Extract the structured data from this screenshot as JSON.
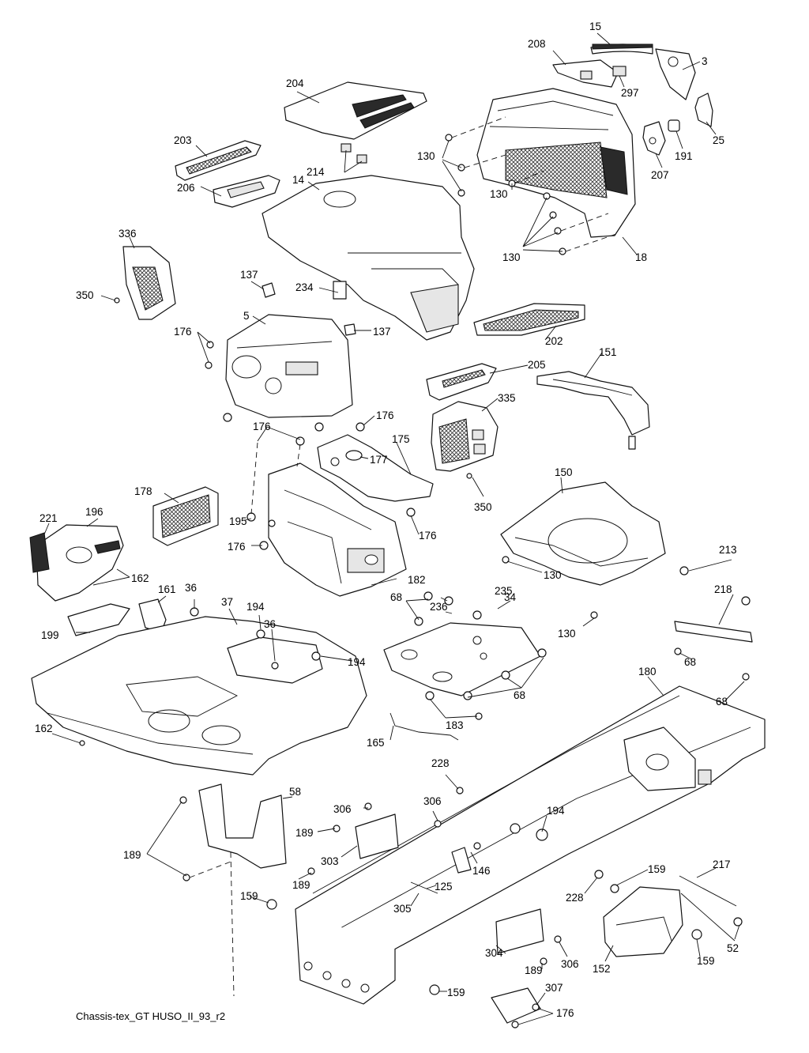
{
  "caption": "Chassis-tex_GT HUSO_II_93_r2",
  "callouts": [
    {
      "id": "c-15",
      "text": "15"
    },
    {
      "id": "c-208",
      "text": "208"
    },
    {
      "id": "c-3",
      "text": "3"
    },
    {
      "id": "c-297",
      "text": "297"
    },
    {
      "id": "c-204",
      "text": "204"
    },
    {
      "id": "c-25",
      "text": "25"
    },
    {
      "id": "c-203",
      "text": "203"
    },
    {
      "id": "c-191",
      "text": "191"
    },
    {
      "id": "c-130a",
      "text": "130"
    },
    {
      "id": "c-214",
      "text": "214"
    },
    {
      "id": "c-207",
      "text": "207"
    },
    {
      "id": "c-14",
      "text": "14"
    },
    {
      "id": "c-130b",
      "text": "130"
    },
    {
      "id": "c-206",
      "text": "206"
    },
    {
      "id": "c-336",
      "text": "336"
    },
    {
      "id": "c-130c",
      "text": "130"
    },
    {
      "id": "c-18",
      "text": "18"
    },
    {
      "id": "c-137a",
      "text": "137"
    },
    {
      "id": "c-350a",
      "text": "350"
    },
    {
      "id": "c-234",
      "text": "234"
    },
    {
      "id": "c-5",
      "text": "5"
    },
    {
      "id": "c-137b",
      "text": "137"
    },
    {
      "id": "c-176a",
      "text": "176"
    },
    {
      "id": "c-202",
      "text": "202"
    },
    {
      "id": "c-151",
      "text": "151"
    },
    {
      "id": "c-205",
      "text": "205"
    },
    {
      "id": "c-335",
      "text": "335"
    },
    {
      "id": "c-176b",
      "text": "176"
    },
    {
      "id": "c-176c",
      "text": "176"
    },
    {
      "id": "c-175",
      "text": "175"
    },
    {
      "id": "c-177",
      "text": "177"
    },
    {
      "id": "c-350b",
      "text": "350"
    },
    {
      "id": "c-178",
      "text": "178"
    },
    {
      "id": "c-150",
      "text": "150"
    },
    {
      "id": "c-221",
      "text": "221"
    },
    {
      "id": "c-196",
      "text": "196"
    },
    {
      "id": "c-195",
      "text": "195"
    },
    {
      "id": "c-176d",
      "text": "176"
    },
    {
      "id": "c-176e",
      "text": "176"
    },
    {
      "id": "c-130d",
      "text": "130"
    },
    {
      "id": "c-213",
      "text": "213"
    },
    {
      "id": "c-162a",
      "text": "162"
    },
    {
      "id": "c-182",
      "text": "182"
    },
    {
      "id": "c-161",
      "text": "161"
    },
    {
      "id": "c-36a",
      "text": "36"
    },
    {
      "id": "c-37",
      "text": "37"
    },
    {
      "id": "c-68a",
      "text": "68"
    },
    {
      "id": "c-235",
      "text": "235"
    },
    {
      "id": "c-34",
      "text": "34"
    },
    {
      "id": "c-218",
      "text": "218"
    },
    {
      "id": "c-194a",
      "text": "194"
    },
    {
      "id": "c-236",
      "text": "236"
    },
    {
      "id": "c-199",
      "text": "199"
    },
    {
      "id": "c-36b",
      "text": "36"
    },
    {
      "id": "c-130e",
      "text": "130"
    },
    {
      "id": "c-194b",
      "text": "194"
    },
    {
      "id": "c-68b",
      "text": "68"
    },
    {
      "id": "c-180",
      "text": "180"
    },
    {
      "id": "c-68c",
      "text": "68"
    },
    {
      "id": "c-68d",
      "text": "68"
    },
    {
      "id": "c-162b",
      "text": "162"
    },
    {
      "id": "c-183",
      "text": "183"
    },
    {
      "id": "c-165",
      "text": "165"
    },
    {
      "id": "c-228a",
      "text": "228"
    },
    {
      "id": "c-58",
      "text": "58"
    },
    {
      "id": "c-306a",
      "text": "306"
    },
    {
      "id": "c-306b",
      "text": "306"
    },
    {
      "id": "c-194c",
      "text": "194"
    },
    {
      "id": "c-189a",
      "text": "189"
    },
    {
      "id": "c-303",
      "text": "303"
    },
    {
      "id": "c-189b",
      "text": "189"
    },
    {
      "id": "c-146",
      "text": "146"
    },
    {
      "id": "c-217",
      "text": "217"
    },
    {
      "id": "c-159a",
      "text": "159"
    },
    {
      "id": "c-189c",
      "text": "189"
    },
    {
      "id": "c-125",
      "text": "125"
    },
    {
      "id": "c-228b",
      "text": "228"
    },
    {
      "id": "c-159b",
      "text": "159"
    },
    {
      "id": "c-305",
      "text": "305"
    },
    {
      "id": "c-52",
      "text": "52"
    },
    {
      "id": "c-304",
      "text": "304"
    },
    {
      "id": "c-306c",
      "text": "306"
    },
    {
      "id": "c-159c",
      "text": "159"
    },
    {
      "id": "c-152",
      "text": "152"
    },
    {
      "id": "c-189d",
      "text": "189"
    },
    {
      "id": "c-159d",
      "text": "159"
    },
    {
      "id": "c-307",
      "text": "307"
    },
    {
      "id": "c-176f",
      "text": "176"
    }
  ]
}
